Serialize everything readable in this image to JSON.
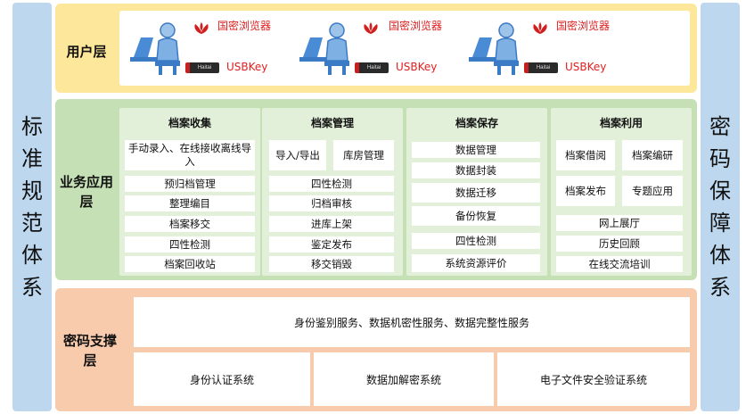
{
  "left_pillar": [
    "标",
    "准",
    "规",
    "范",
    "体",
    "系"
  ],
  "right_pillar": [
    "密",
    "码",
    "保",
    "障",
    "体",
    "系"
  ],
  "user_layer": {
    "title": "用户层",
    "clients": [
      {
        "browser": "国密浏览器",
        "key_brand": "Haitai",
        "key": "USBKey"
      },
      {
        "browser": "国密浏览器",
        "key_brand": "Haitai",
        "key": "USBKey"
      },
      {
        "browser": "国密浏览器",
        "key_brand": "Haitai",
        "key": "USBKey"
      }
    ]
  },
  "app_layer": {
    "title": "业务应用层",
    "collect": {
      "title": "档案收集",
      "items": [
        "手动录入、在线接收离线导入",
        "预归档管理",
        "整理编目",
        "档案移交",
        "四性检测",
        "档案回收站"
      ]
    },
    "manage": {
      "title": "档案管理",
      "top": [
        "导入/导出",
        "库房管理"
      ],
      "items": [
        "四性检测",
        "归档审核",
        "进库上架",
        "鉴定发布",
        "移交销毁"
      ]
    },
    "preserve": {
      "title": "档案保存",
      "items": [
        "数据管理",
        "数据封装",
        "数据迁移",
        "备份恢复",
        "四性检测",
        "系统资源评价"
      ]
    },
    "use": {
      "title": "档案利用",
      "grid": [
        "档案借阅",
        "档案编研",
        "档案发布",
        "专题应用"
      ],
      "items": [
        "网上展厅",
        "历史回顾",
        "在线交流培训"
      ]
    }
  },
  "crypto_layer": {
    "title": "密码支撑层",
    "services": "身份鉴别服务、数据机密性服务、数据完整性服务",
    "systems": [
      "身份认证系统",
      "数据加解密系统",
      "电子文件安全验证系统"
    ]
  }
}
